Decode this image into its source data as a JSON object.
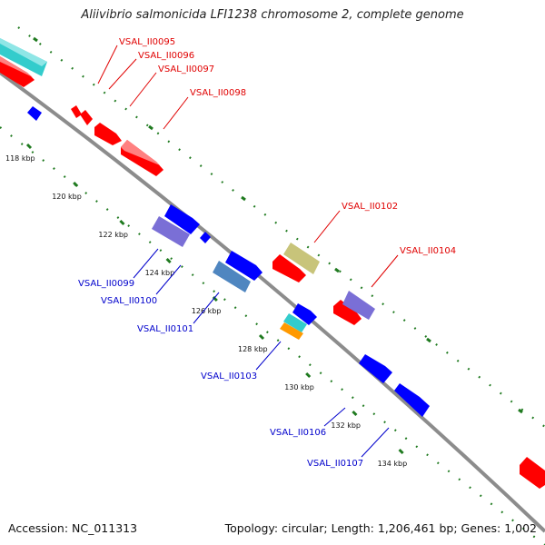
{
  "title": "Aliivibrio salmonicida LFI1238 chromosome 2, complete genome",
  "footer": {
    "accession": "Accession: NC_011313",
    "summary": "Topology: circular; Length: 1,206,461 bp; Genes: 1,002"
  },
  "colors": {
    "backbone": "#8c8c8c",
    "tick": "#1f7a1f",
    "forward_label": "#e00000",
    "reverse_label": "#0000cc",
    "red": "#ff0000",
    "blue": "#0000ff",
    "cyan": "#33cccc",
    "olive": "#c8c47a",
    "lavender": "#7a6fd6",
    "steel": "#4f86c0",
    "orange": "#ff9900"
  },
  "kbp_ticks": [
    "118 kbp",
    "120 kbp",
    "122 kbp",
    "124 kbp",
    "126 kbp",
    "128 kbp",
    "130 kbp",
    "132 kbp",
    "134 kbp"
  ],
  "genes": {
    "forward": [
      "VSAL_II0095",
      "VSAL_II0096",
      "VSAL_II0097",
      "VSAL_II0098",
      "VSAL_II0102",
      "VSAL_II0104"
    ],
    "reverse": [
      "VSAL_II0099",
      "VSAL_II0100",
      "VSAL_II0101",
      "VSAL_II0103",
      "VSAL_II0106",
      "VSAL_II0107"
    ]
  }
}
